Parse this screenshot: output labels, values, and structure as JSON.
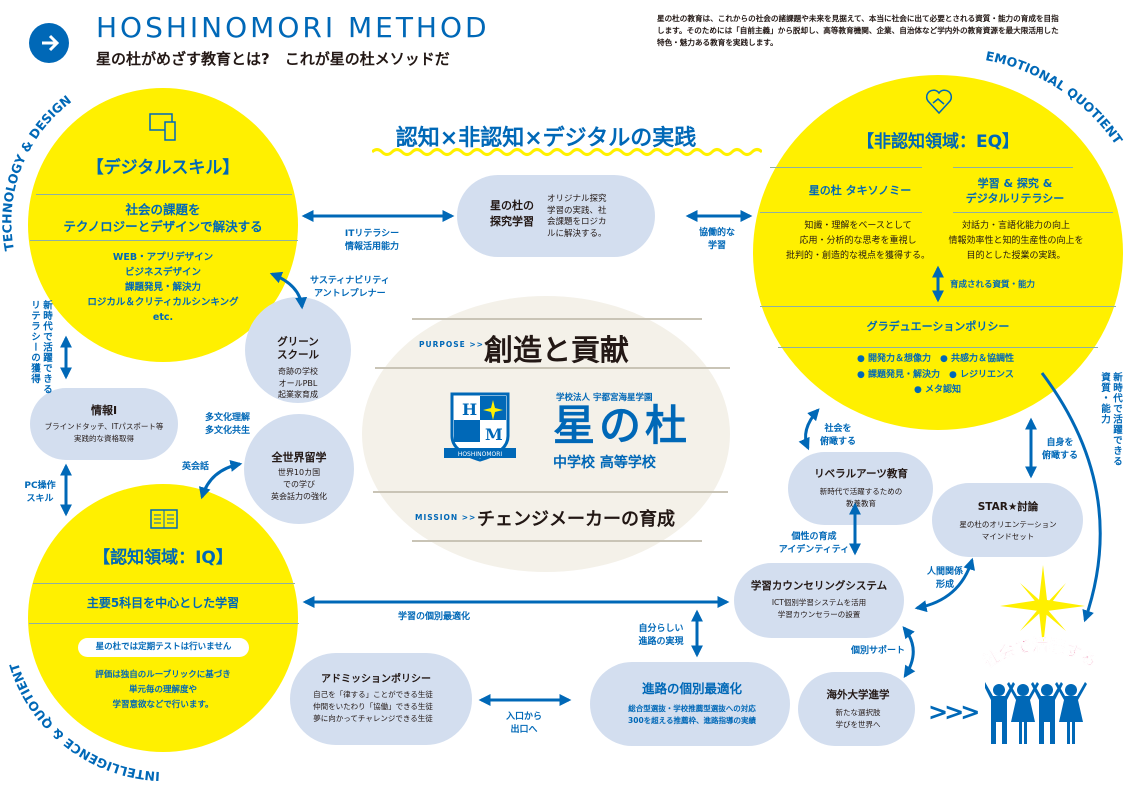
{
  "header": {
    "title": "HOSHINOMORI METHOD",
    "subtitle": "星の杜がめざす教育とは?　これが星の杜メソッドだ",
    "arrow_icon": "arrow-right-icon",
    "intro": [
      "星の杜の教育は、これからの社会の諸課題や未来を見据えて、本当に社会に出て必要とされる資質・能力の育成を目指",
      "します。そのためには「自前主義」から脱却し、高等教育機関、企業、自治体など学内外の教育資源を最大限活用した",
      "特色・魅力ある教育を実践します。"
    ]
  },
  "main_title": "認知×非認知×デジタルの実践",
  "digital": {
    "ring": "TECHNOLOGY & DESIGN",
    "title": "【デジタルスキル】",
    "lead": [
      "社会の課題を",
      "テクノロジーとデザインで解決する"
    ],
    "items": [
      "WEB・アプリデザイン",
      "ビジネスデザイン",
      "課題発見・解決力",
      "ロジカル＆クリティカルシンキング",
      "etc."
    ]
  },
  "eq": {
    "ring": "EMOTIONAL QUOTIENT",
    "title": "【非認知領域：EQ】",
    "left_head": "星の杜 タキソノミー",
    "left_body": [
      "知識・理解をベースとして",
      "応用・分析的な思考を重視し",
      "批判的・創造的な視点を獲得する。"
    ],
    "right_head": [
      "学習 & 探究 &",
      "デジタルリテラシー"
    ],
    "right_body": [
      "対話力・言語化能力の向上",
      "情報効率性と知的生産性の向上を",
      "目的とした授業の実践。"
    ],
    "arrow_label": "育成される資質・能力",
    "policy": "グラデュエーションポリシー",
    "bullets": [
      "開発力＆想像力",
      "共感力＆協調性",
      "課題発見・解決力",
      "レジリエンス",
      "メタ認知"
    ]
  },
  "iq": {
    "ring": "INTELLIGENCE & QUOTIENT",
    "title": "【認知領域：IQ】",
    "lead": "主要5科目を中心とした学習",
    "pill": "星の杜では定期テストは行いません",
    "body": [
      "評価は独自のルーブリックに基づき",
      "単元毎の理解度や",
      "学習意欲などで行います。"
    ]
  },
  "center": {
    "purpose_tag": "PURPOSE >>",
    "purpose": "創造と貢献",
    "corp": "学校法人 宇都宮海星学園",
    "school": "星の杜",
    "school_sub": "中学校 高等学校",
    "crest_text": "HOSHINOMORI",
    "crest_h": "H",
    "crest_m": "M",
    "mission_tag": "MISSION >>",
    "mission": "チェンジメーカーの育成"
  },
  "nodes": {
    "tankyu": {
      "title": [
        "星の杜の",
        "探究学習"
      ],
      "body": [
        "オリジナル探究",
        "学習の実践、社",
        "会課題をロジカ",
        "ルに解決する。"
      ]
    },
    "green": {
      "title": [
        "グリーン",
        "スクール"
      ],
      "body": [
        "奇跡の学校",
        "オールPBL",
        "起業家育成"
      ]
    },
    "ryugaku": {
      "title": "全世界留学",
      "body": [
        "世界10カ国",
        "での学び",
        "英会話力の強化"
      ]
    },
    "joho": {
      "title": "情報Ⅰ",
      "body": [
        "ブラインドタッチ、ITパスポート等",
        "実践的な資格取得"
      ]
    },
    "liberal": {
      "title": "リベラルアーツ教育",
      "body": [
        "新時代で活躍するための",
        "教養教育"
      ]
    },
    "star": {
      "title": "STAR★討論",
      "body": [
        "星の杜のオリエンテーション",
        "マインドセット"
      ]
    },
    "counsel": {
      "title": "学習カウンセリングシステム",
      "body": [
        "ICT個別学習システムを活用",
        "学習カウンセラーの設置"
      ]
    },
    "admission": {
      "title": "アドミッションポリシー",
      "body": [
        "自己を「律する」ことができる生徒",
        "仲間をいたわり「協働」できる生徒",
        "夢に向かってチャレンジできる生徒"
      ]
    },
    "shinro": {
      "title": "進路の個別最適化",
      "body": [
        "総合型選抜・学校推薦型選抜への対応",
        "300を超える推薦枠、進路指導の実績"
      ]
    },
    "kaigai": {
      "title": "海外大学進学",
      "body": [
        "新たな選択肢",
        "学びを世界へ"
      ]
    }
  },
  "arrows": {
    "it": [
      "ITリテラシー",
      "情報活用能力"
    ],
    "kyodo": [
      "協働的な",
      "学習"
    ],
    "sus": [
      "サスティナビリティ",
      "アントレプレナー"
    ],
    "literacy": [
      "新時代で活躍できる",
      "リテラシーの獲得"
    ],
    "pc": [
      "PC操作",
      "スキル"
    ],
    "eikaiwa": "英会話",
    "tabunka": [
      "多文化理解",
      "多文化共生"
    ],
    "kobetsu": "学習の個別最適化",
    "jibun": [
      "自分らしい",
      "進路の実現"
    ],
    "iriguchi": [
      "入口から",
      "出口へ"
    ],
    "shakai": [
      "社会を",
      "俯瞰する"
    ],
    "kosei": [
      "個性の育成",
      "アイデンティティ"
    ],
    "jishin": [
      "自身を",
      "俯瞰する"
    ],
    "ningen": [
      "人間関係",
      "形成"
    ],
    "support": "個別サポート",
    "shishitsu": [
      "新時代で活躍できる",
      "資質・能力"
    ]
  },
  "goal": {
    "label": "社会で活躍する",
    "chevrons": ">>>"
  },
  "colors": {
    "blue": "#0068b7",
    "yellow": "#fff000",
    "pill": "#d3deef",
    "beige": "#f4f1e9",
    "pink": "#e0457b"
  }
}
